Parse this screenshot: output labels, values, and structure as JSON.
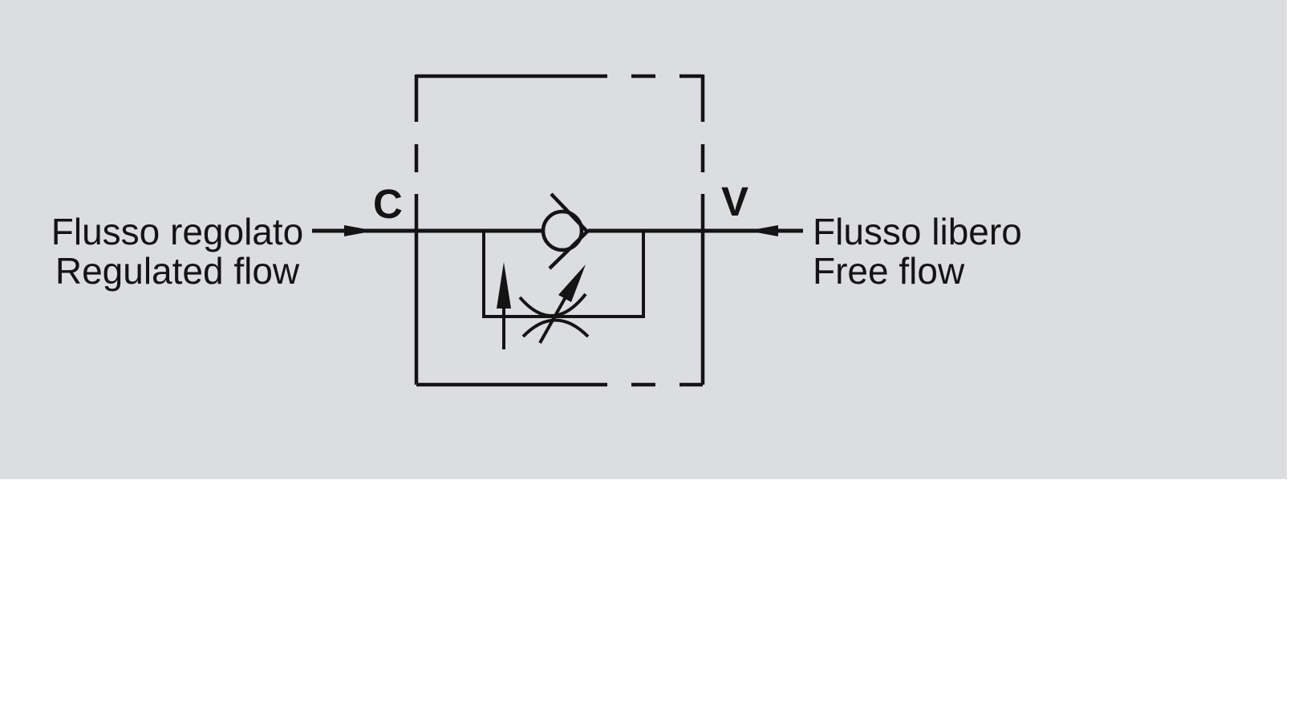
{
  "colors": {
    "panel_bg": "#dcdde0",
    "page_bg": "#ffffff",
    "ink": "#141414"
  },
  "schematic": {
    "description": "one-way flow control valve symbol",
    "ports": {
      "left": "C",
      "right": "V"
    },
    "left_label": {
      "line1": "Flusso regolato",
      "line2": "Regulated flow"
    },
    "right_label": {
      "line1": "Flusso libero",
      "line2": "Free flow"
    },
    "symbols": [
      "dashed-valve-enclosure",
      "check-valve",
      "adjustable-throttle",
      "pilot-up-arrow",
      "regulated-flow-arrow",
      "free-flow-arrow"
    ]
  }
}
